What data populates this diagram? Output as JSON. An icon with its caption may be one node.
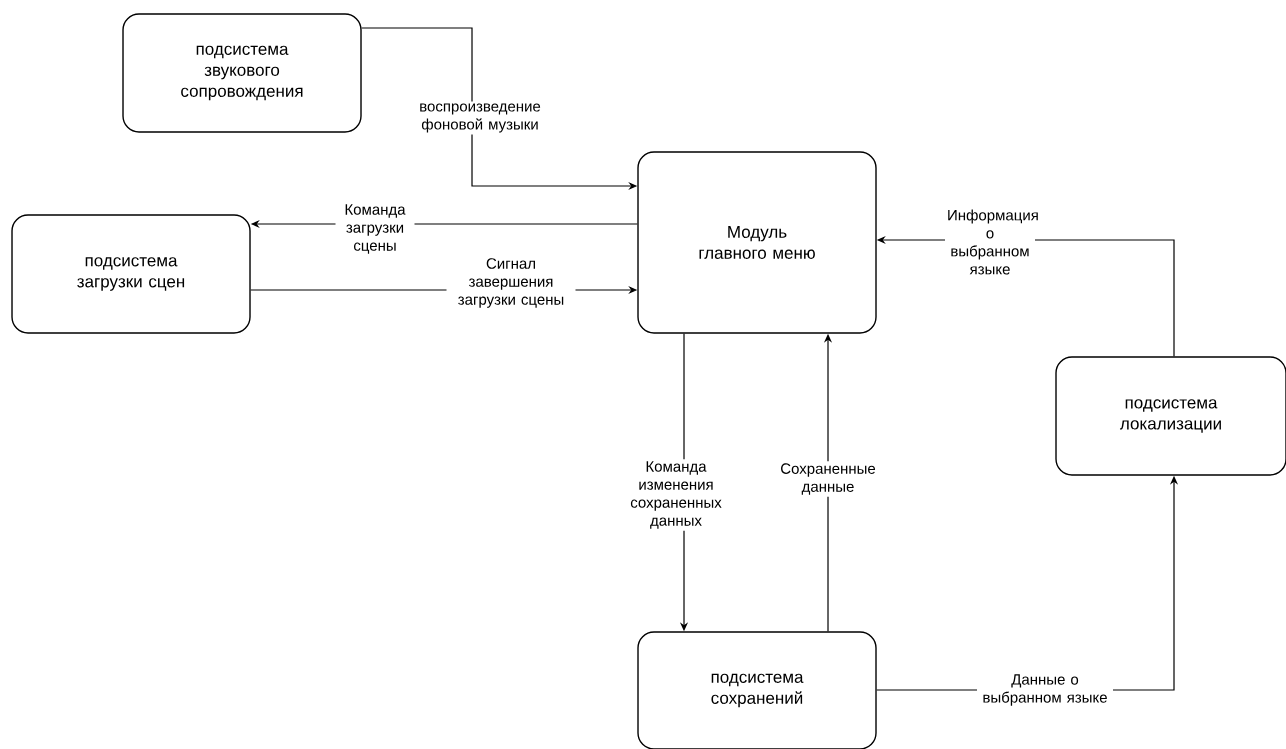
{
  "diagram": {
    "nodes": [
      {
        "text": [
          "подсистема звукового сопровождения"
        ]
      },
      {
        "text": [
          "Модуль главного меню"
        ]
      },
      {
        "text": [
          "подсистема загрузки сцен"
        ]
      },
      {
        "text": [
          "подсистема локализации"
        ]
      },
      {
        "text": [
          "подсистема сохранений"
        ]
      }
    ],
    "edges": [
      {
        "from": 0,
        "to": 1,
        "arrow": "to",
        "label": "воспроизведение фоновой музыки"
      },
      {
        "from": 1,
        "to": 2,
        "arrow": "to",
        "label": "Команда загрузки сцены"
      },
      {
        "from": 2,
        "to": 1,
        "arrow": "to",
        "label": "Сигнал завершения загрузки сцены"
      },
      {
        "from": 1,
        "to": 4,
        "arrow": "to",
        "label": "Команда изменения сохраненных данных"
      },
      {
        "from": 4,
        "to": 1,
        "arrow": "to",
        "label": "Сохраненные данные"
      },
      {
        "from": 4,
        "to": 3,
        "arrow": "to",
        "label": "Данные о выбранном языке"
      },
      {
        "from": 3,
        "to": 1,
        "arrow": "to",
        "label": "Информация о выбранном языке"
      }
    ]
  }
}
